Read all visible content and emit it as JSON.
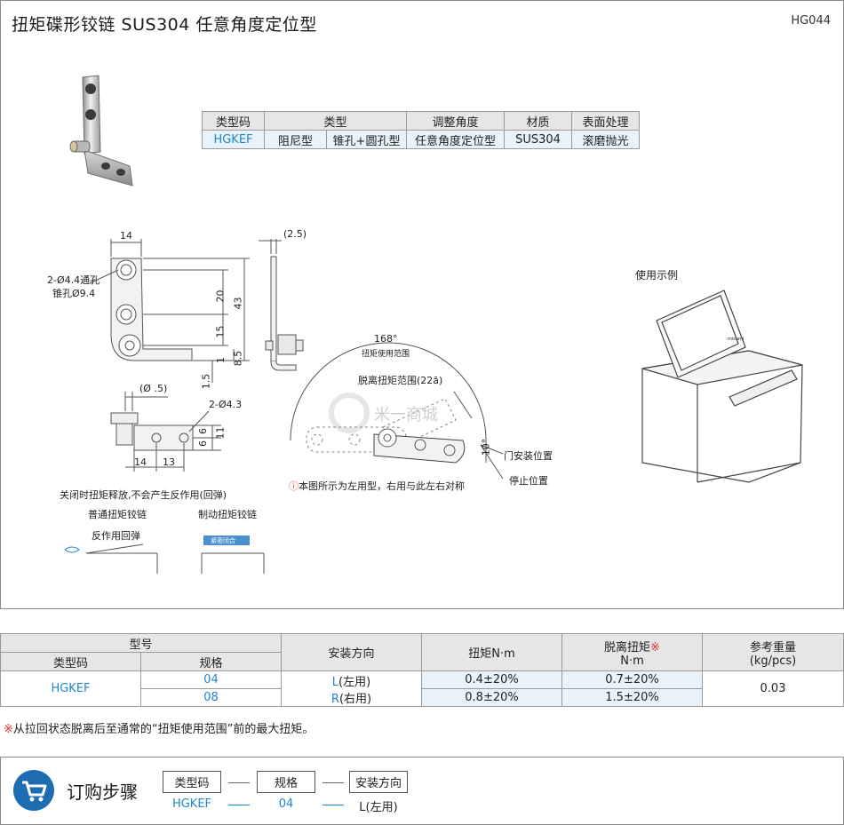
{
  "header": {
    "title": "扭矩碟形铰链  SUS304  任意角度定位型",
    "code": "HG044"
  },
  "type_table": {
    "headers": [
      "类型码",
      "类型",
      "调整角度",
      "材质",
      "表面处理"
    ],
    "row": [
      "HGKEF",
      "阻尼型",
      "锥孔+圆孔型",
      "任意角度定位型",
      "SUS304",
      "滚磨抛光"
    ]
  },
  "drawing": {
    "dim_14_top": "14",
    "hole_spec_1": "2-Ø4.4通孔",
    "hole_spec_2": "锥孔Ø9.4",
    "dim_20": "20",
    "dim_43": "43",
    "dim_15": "15",
    "dim_1": "1",
    "dim_8_5": "8.5",
    "dim_1_5": "1.5",
    "dim_2_5": "(2.5)",
    "dim_diam_5": "(Ø  .5)",
    "hole_spec_3": "2-Ø4.3",
    "dim_6a": "6",
    "dim_6b": "6",
    "dim_11": "11",
    "dim_14_bottom": "14",
    "dim_13": "13",
    "angle_168": "168°",
    "range_label": "扭矩使用范围",
    "release_range": "脱离扭矩范围(22ã)",
    "angle_10": "10°",
    "door_position": "门安装位置",
    "stop_position": "停止位置",
    "left_note": "本图所示为左用型，右用与此左右对称",
    "usage_example": "使用示例",
    "watermark": "米一商城",
    "feature_title": "关闭时扭矩释放,不会产生反作用(回弹)",
    "normal_hinge": "普通扭矩铰链",
    "brake_hinge": "制动扭矩铰链",
    "reaction": "反作用回弹",
    "close_tag": "紧密闭合",
    "product_mark": "misumi"
  },
  "spec_table": {
    "model_header": "型号",
    "type_code_header": "类型码",
    "spec_header": "规格",
    "direction_header": "安装方向",
    "torque_header": "扭矩N·m",
    "release_header": "脱离扭矩",
    "release_mark": "※",
    "release_unit": "N·m",
    "weight_header": "参考重量",
    "weight_unit": "(kg/pcs)",
    "type_code": "HGKEF",
    "spec_04": "04",
    "spec_08": "08",
    "dir_l_code": "L",
    "dir_l_text": "(左用)",
    "dir_r_code": "R",
    "dir_r_text": "(右用)",
    "torque_04": "0.4±20%",
    "torque_08": "0.8±20%",
    "release_04": "0.7±20%",
    "release_08": "1.5±20%",
    "weight": "0.03"
  },
  "note": {
    "mark": "※",
    "text": "从拉回状态脱离后至通常的“扭矩使用范围”前的最大扭矩。"
  },
  "order": {
    "title": "订购步骤",
    "steps": [
      "类型码",
      "规格",
      "安装方向"
    ],
    "values": [
      "HGKEF",
      "04",
      "L(左用)"
    ]
  },
  "colors": {
    "accent_blue": "#1f86c8",
    "cart_blue": "#1e6db3",
    "header_gray": "#e6e6e6",
    "cell_tint": "#e7f2fb",
    "note_red": "#e0302b"
  }
}
